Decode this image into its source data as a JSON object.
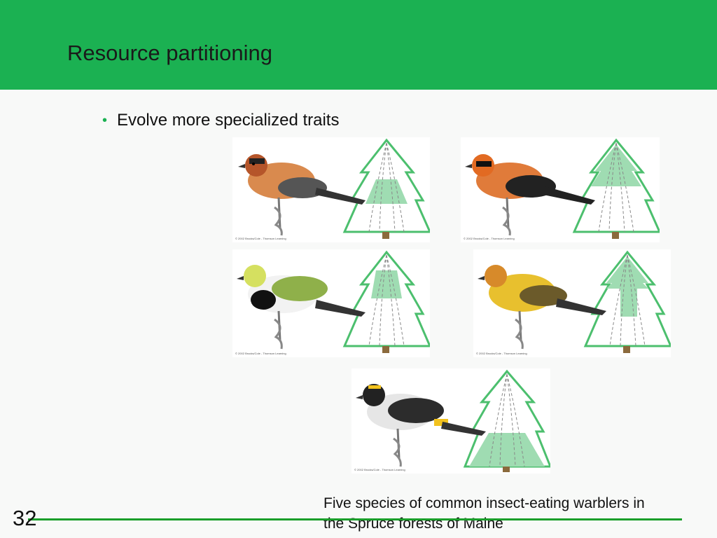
{
  "slide": {
    "title": "Resource partitioning",
    "bullet": "Evolve more specialized traits",
    "caption": "Five species of common insect-eating warblers in the Spruce forests of Maine",
    "slide_number": "32",
    "copyright": "© 2002 Brooks/Cole - Thomson Learning"
  },
  "colors": {
    "header_green": "#1bb152",
    "footer_line": "#1a9e2a",
    "tree_zone": "#9fdcb2",
    "tree_outline": "#4cbf6e"
  },
  "panels": [
    {
      "species": "bay-breasted-warbler",
      "feeding_zone": "middle-inner"
    },
    {
      "species": "blackburnian-warbler",
      "feeding_zone": "top-outer"
    },
    {
      "species": "black-throated-green-warbler",
      "feeding_zone": "upper-middle"
    },
    {
      "species": "cape-may-warbler",
      "feeding_zone": "top-outer"
    },
    {
      "species": "yellow-rumped-warbler",
      "feeding_zone": "bottom"
    }
  ]
}
